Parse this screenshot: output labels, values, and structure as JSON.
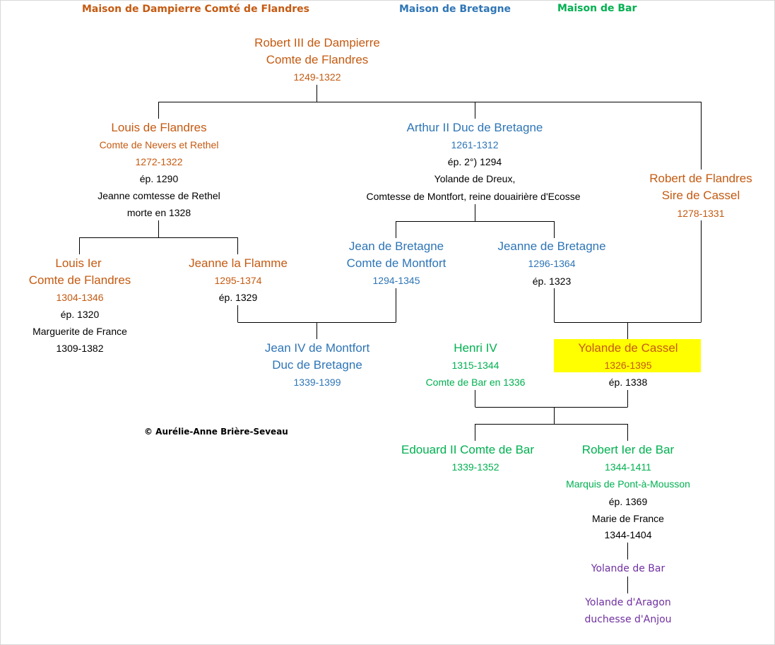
{
  "legend": {
    "dampierre": "Maison de Dampierre Comté de Flandres",
    "bretagne": "Maison de Bretagne",
    "bar": "Maison de Bar"
  },
  "colors": {
    "dampierre": "#c55a11",
    "bretagne": "#2e75b6",
    "bar": "#00b050",
    "anjou": "#7030a0",
    "highlight": "#ffff00"
  },
  "people": {
    "robert3": {
      "line1": "Robert III de Dampierre",
      "line2": "Comte de Flandres",
      "dates": "1249-1322"
    },
    "louis_flandres": {
      "name": "Louis de Flandres",
      "title": "Comte de Nevers et Rethel",
      "dates": "1272-1322",
      "marriage": "ép. 1290",
      "spouse": "Jeanne comtesse de Rethel",
      "spouse_death": "morte en 1328"
    },
    "arthur2": {
      "name": "Arthur II Duc de Bretagne",
      "dates": "1261-1312",
      "marriage": "ép. 2°) 1294",
      "spouse": "Yolande de Dreux,",
      "spouse_title": "Comtesse de Montfort, reine douairière d'Ecosse"
    },
    "robert_flandres": {
      "line1": "Robert de Flandres",
      "line2": "Sire de Cassel",
      "dates": "1278-1331"
    },
    "louis1": {
      "line1": "Louis Ier",
      "line2": "Comte de Flandres",
      "dates": "1304-1346",
      "marriage": "ép. 1320",
      "spouse": "Marguerite de France",
      "spouse_dates": "1309-1382"
    },
    "jeanne_flamme": {
      "name": "Jeanne la Flamme",
      "dates": "1295-1374",
      "marriage": "ép. 1329"
    },
    "jean_bretagne": {
      "line1": "Jean de Bretagne",
      "line2": "Comte de Montfort",
      "dates": "1294-1345"
    },
    "jeanne_bretagne": {
      "name": "Jeanne de Bretagne",
      "dates": "1296-1364",
      "marriage": "ép. 1323"
    },
    "jean4": {
      "line1": "Jean IV de Montfort",
      "line2": "Duc de Bretagne",
      "dates": "1339-1399"
    },
    "henri4": {
      "name": "Henri IV",
      "dates": "1315-1344",
      "title": "Comte de Bar en 1336"
    },
    "yolande_cassel": {
      "name": "Yolande de Cassel",
      "dates": "1326-1395",
      "marriage": "ép. 1338"
    },
    "edouard2": {
      "name": "Edouard II Comte de Bar",
      "dates": "1339-1352"
    },
    "robert1_bar": {
      "name": "Robert Ier de Bar",
      "dates": "1344-1411",
      "title": "Marquis de Pont-à-Mousson",
      "marriage": "ép. 1369",
      "spouse": "Marie de France",
      "spouse_dates": "1344-1404"
    },
    "yolande_bar": {
      "name": "Yolande de Bar"
    },
    "yolande_aragon": {
      "line1": "Yolande d'Aragon",
      "line2": "duchesse d'Anjou"
    }
  },
  "copyright": "© Aurélie-Anne Brière-Seveau"
}
